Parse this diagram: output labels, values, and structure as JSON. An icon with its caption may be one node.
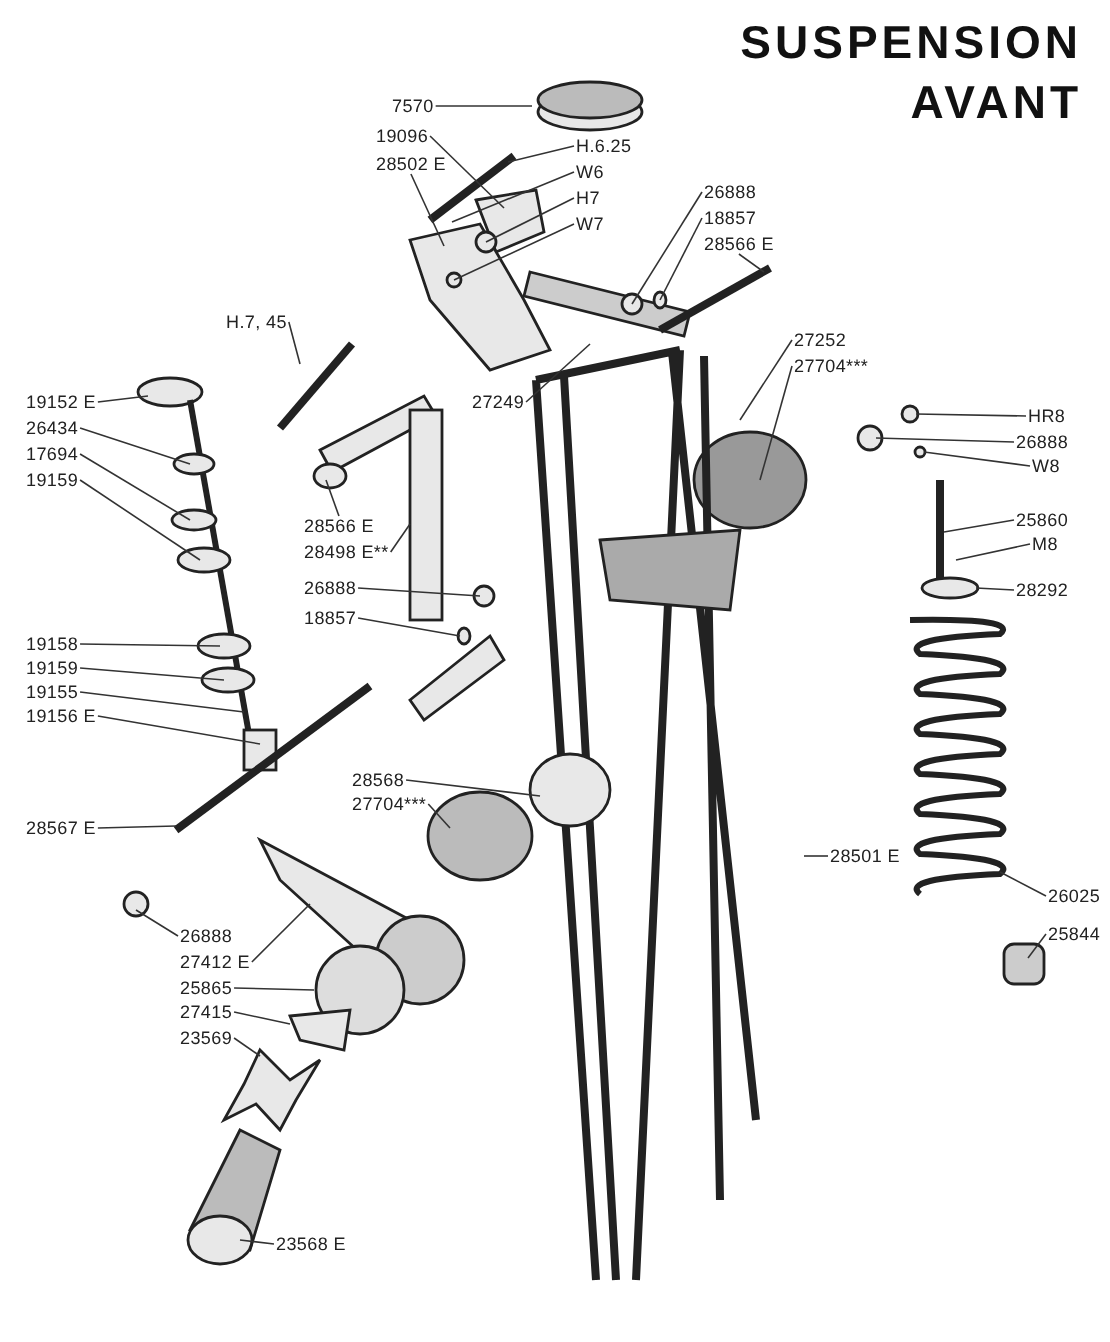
{
  "diagram": {
    "title": "SUSPENSION AVANT",
    "nodes": [
      {
        "text": [
          "7570"
        ]
      },
      {
        "text": [
          "19096"
        ]
      },
      {
        "text": [
          "28502 E"
        ]
      },
      {
        "text": [
          "H.6.25"
        ]
      },
      {
        "text": [
          "W6"
        ]
      },
      {
        "text": [
          "H7"
        ]
      },
      {
        "text": [
          "W7"
        ]
      },
      {
        "text": [
          "26888"
        ]
      },
      {
        "text": [
          "18857"
        ]
      },
      {
        "text": [
          "28566 E"
        ]
      },
      {
        "text": [
          "H.7, 45"
        ]
      },
      {
        "text": [
          "27249"
        ]
      },
      {
        "text": [
          "27252"
        ]
      },
      {
        "text": [
          "27704***"
        ]
      },
      {
        "text": [
          "19152 E"
        ]
      },
      {
        "text": [
          "26434"
        ]
      },
      {
        "text": [
          "17694"
        ]
      },
      {
        "text": [
          "19159"
        ]
      },
      {
        "text": [
          "28566 E"
        ]
      },
      {
        "text": [
          "28498 E**"
        ]
      },
      {
        "text": [
          "26888"
        ]
      },
      {
        "text": [
          "18857"
        ]
      },
      {
        "text": [
          "19158"
        ]
      },
      {
        "text": [
          "19159"
        ]
      },
      {
        "text": [
          "19155"
        ]
      },
      {
        "text": [
          "19156 E"
        ]
      },
      {
        "text": [
          "28567 E"
        ]
      },
      {
        "text": [
          "28568"
        ]
      },
      {
        "text": [
          "27704***"
        ]
      },
      {
        "text": [
          "28501 E"
        ]
      },
      {
        "text": [
          "26888"
        ]
      },
      {
        "text": [
          "27412 E"
        ]
      },
      {
        "text": [
          "25865"
        ]
      },
      {
        "text": [
          "27415"
        ]
      },
      {
        "text": [
          "23569"
        ]
      },
      {
        "text": [
          "23568 E"
        ]
      },
      {
        "text": [
          "HR8"
        ]
      },
      {
        "text": [
          "26888"
        ]
      },
      {
        "text": [
          "W8"
        ]
      },
      {
        "text": [
          "25860"
        ]
      },
      {
        "text": [
          "M8"
        ]
      },
      {
        "text": [
          "28292"
        ]
      },
      {
        "text": [
          "26025"
        ]
      },
      {
        "text": [
          "25844"
        ]
      }
    ],
    "edges": [
      {
        "from": 0,
        "to": null,
        "arrow": "none"
      },
      {
        "from": 1,
        "to": null,
        "arrow": "none"
      },
      {
        "from": 2,
        "to": null,
        "arrow": "none"
      },
      {
        "from": 3,
        "to": null,
        "arrow": "none"
      },
      {
        "from": 4,
        "to": null,
        "arrow": "none"
      },
      {
        "from": 5,
        "to": null,
        "arrow": "none"
      },
      {
        "from": 6,
        "to": null,
        "arrow": "none"
      },
      {
        "from": 7,
        "to": null,
        "arrow": "none"
      },
      {
        "from": 8,
        "to": null,
        "arrow": "none"
      },
      {
        "from": 9,
        "to": null,
        "arrow": "none"
      },
      {
        "from": 10,
        "to": null,
        "arrow": "none"
      },
      {
        "from": 11,
        "to": null,
        "arrow": "none"
      },
      {
        "from": 12,
        "to": null,
        "arrow": "none"
      },
      {
        "from": 13,
        "to": null,
        "arrow": "none"
      },
      {
        "from": 14,
        "to": null,
        "arrow": "none"
      },
      {
        "from": 15,
        "to": null,
        "arrow": "none"
      },
      {
        "from": 16,
        "to": null,
        "arrow": "none"
      },
      {
        "from": 17,
        "to": null,
        "arrow": "none"
      },
      {
        "from": 18,
        "to": null,
        "arrow": "none"
      },
      {
        "from": 19,
        "to": null,
        "arrow": "none"
      },
      {
        "from": 20,
        "to": null,
        "arrow": "none"
      },
      {
        "from": 21,
        "to": null,
        "arrow": "none"
      },
      {
        "from": 22,
        "to": null,
        "arrow": "none"
      },
      {
        "from": 23,
        "to": null,
        "arrow": "none"
      },
      {
        "from": 24,
        "to": null,
        "arrow": "none"
      },
      {
        "from": 25,
        "to": null,
        "arrow": "none"
      },
      {
        "from": 26,
        "to": null,
        "arrow": "none"
      },
      {
        "from": 27,
        "to": null,
        "arrow": "none"
      },
      {
        "from": 28,
        "to": null,
        "arrow": "none"
      },
      {
        "from": 29,
        "to": null,
        "arrow": "none"
      },
      {
        "from": 30,
        "to": null,
        "arrow": "none"
      },
      {
        "from": 31,
        "to": null,
        "arrow": "none"
      },
      {
        "from": 32,
        "to": null,
        "arrow": "none"
      },
      {
        "from": 33,
        "to": null,
        "arrow": "none"
      },
      {
        "from": 34,
        "to": null,
        "arrow": "none"
      },
      {
        "from": 35,
        "to": null,
        "arrow": "none"
      },
      {
        "from": 36,
        "to": null,
        "arrow": "none"
      },
      {
        "from": 37,
        "to": null,
        "arrow": "none"
      },
      {
        "from": 38,
        "to": null,
        "arrow": "none"
      },
      {
        "from": 39,
        "to": null,
        "arrow": "none"
      },
      {
        "from": 40,
        "to": null,
        "arrow": "none"
      },
      {
        "from": 41,
        "to": null,
        "arrow": "none"
      },
      {
        "from": 42,
        "to": null,
        "arrow": "none"
      },
      {
        "from": 43,
        "to": null,
        "arrow": "none"
      }
    ]
  }
}
